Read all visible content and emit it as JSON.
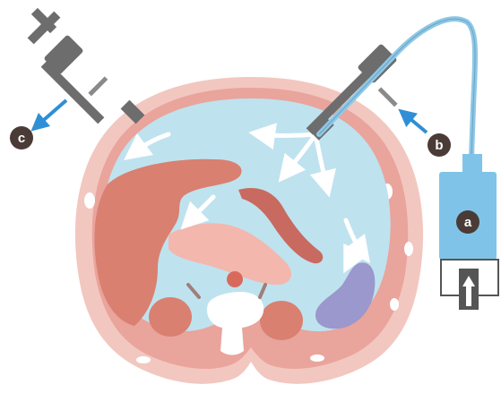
{
  "labels": {
    "a": "a",
    "b": "b",
    "c": "c"
  },
  "colors": {
    "body_wall_outer": "#f2c7c0",
    "body_wall_inner": "#e9a49c",
    "insufflated_cavity": "#bfe2ef",
    "liver": "#d98070",
    "spleen": "#9a98cc",
    "kidney": "#d98070",
    "vertebra": "#ffffff",
    "aorta": "#d86a5c",
    "bowel": "#c96a60",
    "flow_arrow": "#ffffff",
    "inflow_arrow": "#2f8fd6",
    "outflow_arrow": "#2f8fd6",
    "instrument": "#6d6d6d",
    "tubing": "#8ec8e6",
    "unit_body": "#7fc4e8",
    "callout": "#4a3b36"
  },
  "icons": {
    "inflow": "arrow-icon",
    "outflow": "arrow-icon",
    "gas_up": "up-arrow-icon"
  }
}
